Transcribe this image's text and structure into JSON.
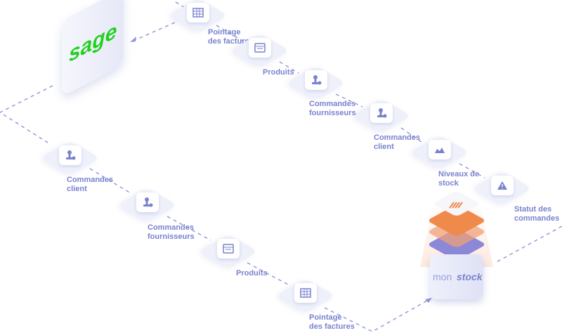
{
  "sage": {
    "logo_text": "sage",
    "logo_color": "#22d11e"
  },
  "monstock": {
    "word1": "mon",
    "word2": "stock"
  },
  "top_flow": [
    {
      "icon": "calculator-icon",
      "lines": [
        "Pointage",
        "des factures"
      ]
    },
    {
      "icon": "window-icon",
      "lines": [
        "Produits"
      ]
    },
    {
      "icon": "stamp-icon",
      "lines": [
        "Commandes",
        "fournisseurs"
      ]
    },
    {
      "icon": "stamp-icon",
      "lines": [
        "Commandes",
        "client"
      ]
    },
    {
      "icon": "boxes-icon",
      "lines": [
        "Niveaux de",
        "stock"
      ]
    },
    {
      "icon": "warning-icon",
      "lines": [
        "Statut des",
        "commandes"
      ]
    }
  ],
  "bottom_flow": [
    {
      "icon": "stamp-icon",
      "lines": [
        "Commandes",
        "client"
      ]
    },
    {
      "icon": "stamp-icon",
      "lines": [
        "Commandes",
        "fournisseurs"
      ]
    },
    {
      "icon": "window-icon",
      "lines": [
        "Produits"
      ]
    },
    {
      "icon": "calculator-icon",
      "lines": [
        "Pointage",
        "des factures"
      ]
    }
  ],
  "colors": {
    "accent": "#7a82cf",
    "line": "#8e95d8",
    "orange": "#f08a4b",
    "purple": "#8c88d8"
  }
}
